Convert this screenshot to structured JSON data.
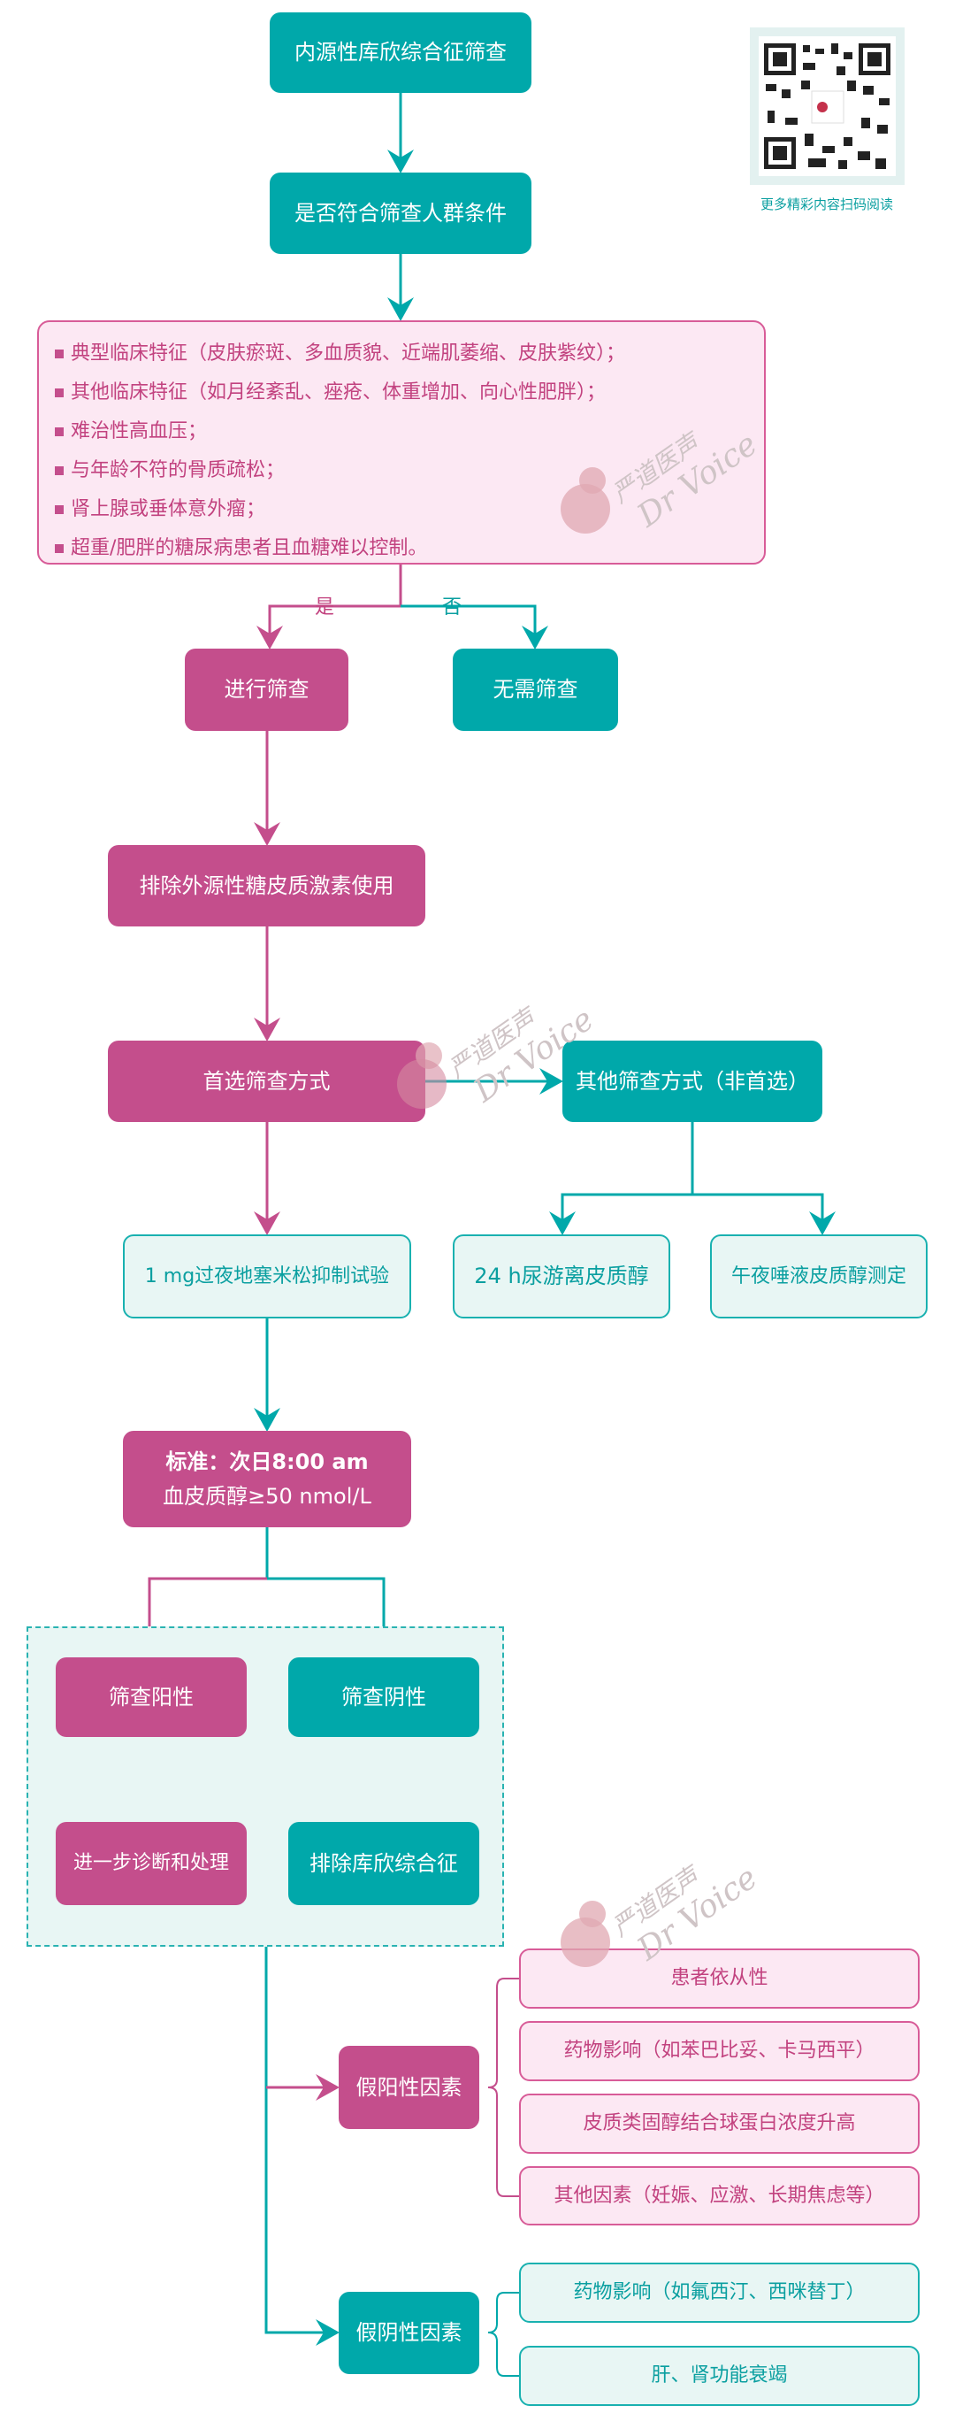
{
  "colors": {
    "teal": "#00a8aa",
    "magenta": "#c44e8c",
    "light_teal": "#e8f6f4",
    "light_pink": "#fce8f3"
  },
  "title": "内源性库欣综合征筛查",
  "criteria_question": "是否符合筛查人群条件",
  "criteria_list": [
    "典型临床特征（皮肤瘀斑、多血质貌、近端肌萎缩、皮肤紫纹）；",
    "其他临床特征（如月经紊乱、痤疮、体重增加、向心性肥胖）；",
    "难治性高血压；",
    "与年龄不符的骨质疏松；",
    "肾上腺或垂体意外瘤；",
    "超重/肥胖的糖尿病患者且血糖难以控制。"
  ],
  "branch_yes": "是",
  "branch_no": "否",
  "do_screen": "进行筛查",
  "no_screen": "无需筛查",
  "exclude_exogenous": "排除外源性糖皮质激素使用",
  "preferred_method": "首选筛查方式",
  "other_methods": "其他筛查方式（非首选）",
  "test_dex": "1 mg过夜地塞米松抑制试验",
  "test_urine": "24 h尿游离皮质醇",
  "test_saliva": "午夜唾液皮质醇测定",
  "standard_line1": "标准：次日8:00 am",
  "standard_line2": "血皮质醇≥50 nmol/L",
  "positive": "筛查阳性",
  "negative": "筛查阴性",
  "further_dx": "进一步诊断和处理",
  "exclude_cs": "排除库欣综合征",
  "false_positive": "假阳性因素",
  "false_positive_items": [
    "患者依从性",
    "药物影响（如苯巴比妥、卡马西平）",
    "皮质类固醇结合球蛋白浓度升高",
    "其他因素（妊娠、应激、长期焦虑等）"
  ],
  "false_negative": "假阴性因素",
  "false_negative_items": [
    "药物影响（如氟西汀、西咪替丁）",
    "肝、肾功能衰竭"
  ],
  "qr_caption": "更多精彩内容扫码阅读",
  "watermark": {
    "cn": "严道医声",
    "en": "Dr Voice"
  }
}
